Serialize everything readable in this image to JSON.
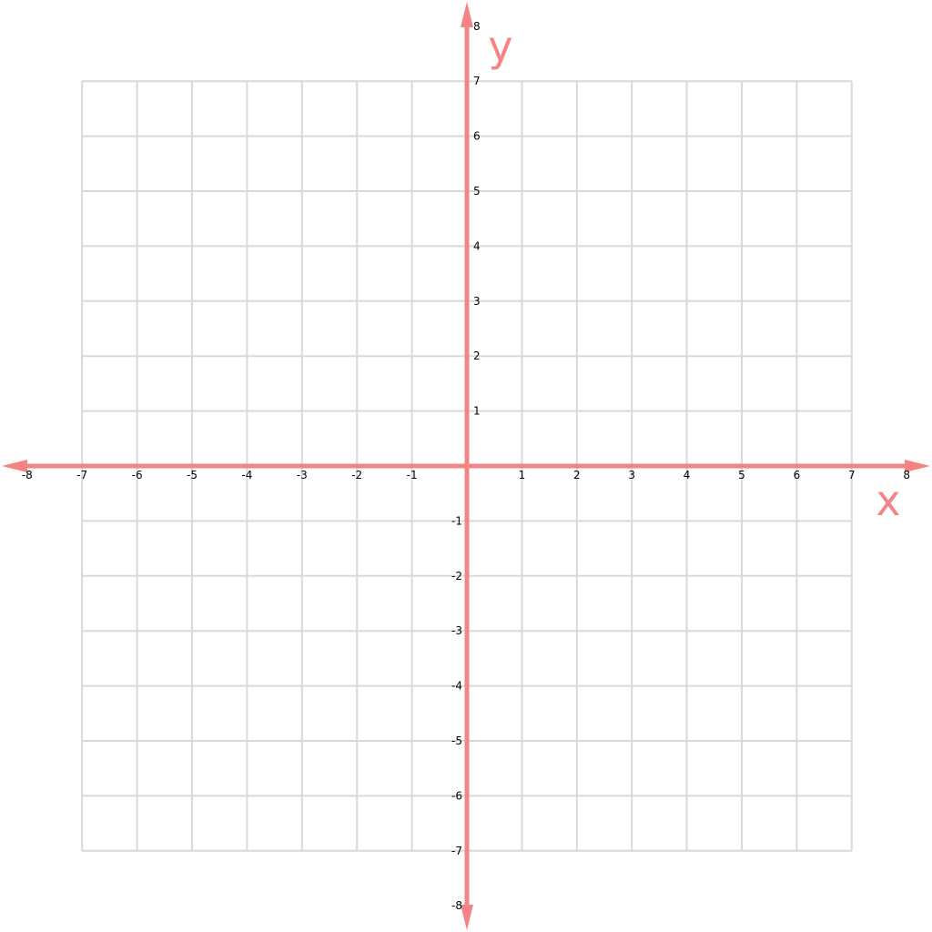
{
  "axes": {
    "x_label": "x",
    "y_label": "y",
    "x_range": [
      -8,
      8
    ],
    "y_range": [
      -8,
      8
    ],
    "grid_range": [
      -7,
      7
    ],
    "x_ticks": [
      "-8",
      "-7",
      "-6",
      "-5",
      "-4",
      "-3",
      "-2",
      "-1",
      "1",
      "2",
      "3",
      "4",
      "5",
      "6",
      "7",
      "8"
    ],
    "y_ticks": [
      "8",
      "7",
      "6",
      "5",
      "4",
      "3",
      "2",
      "1",
      "-1",
      "-2",
      "-3",
      "-4",
      "-5",
      "-6",
      "-7",
      "-8"
    ],
    "grid": true,
    "arrows": "both-ends"
  },
  "colors": {
    "axis": "#f48484",
    "grid": "#d9d9d9",
    "tick_text": "#000000",
    "background": "#ffffff"
  }
}
